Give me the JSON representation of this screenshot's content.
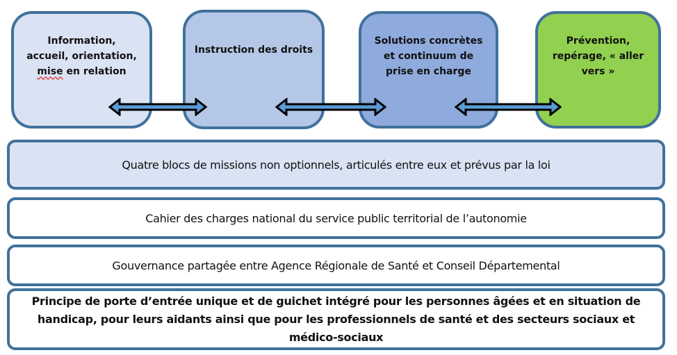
{
  "blocks": [
    {
      "label": "Information, accueil, orientation, mise en relation",
      "fill": "#dae3f3"
    },
    {
      "label": "Instruction des droits",
      "fill": "#b4c7e7"
    },
    {
      "label": "Solutions concrètes et continuum de prise en charge",
      "fill": "#8faadc"
    },
    {
      "label": "Prévention, repérage, « aller vers »",
      "fill": "#92d050"
    }
  ],
  "block1": {
    "line1": "Information,",
    "line2": "accueil, orientation,",
    "line3a": "mise",
    "line3b": " en relation"
  },
  "block3": {
    "line1": "Solutions concrètes",
    "line2": "et continuum de",
    "line3": "prise en charge"
  },
  "block4": {
    "line1": "Prévention,",
    "line2": "repérage, « aller",
    "line3": "vers »"
  },
  "arrows": [
    {
      "from": "Information, accueil, orientation, mise en relation",
      "to": "Instruction des droits",
      "type": "bidirectional"
    },
    {
      "from": "Instruction des droits",
      "to": "Solutions concrètes et continuum de prise en charge",
      "type": "bidirectional"
    },
    {
      "from": "Solutions concrètes et continuum de prise en charge",
      "to": "Prévention, repérage, « aller vers »",
      "type": "bidirectional"
    }
  ],
  "layers": [
    {
      "label": "Quatre blocs de missions non optionnels, articulés entre eux et prévus par la loi",
      "fill": "#dae3f3"
    },
    {
      "label": "Cahier des charges national du service public territorial de l’autonomie",
      "fill": "#ffffff"
    },
    {
      "label": "Gouvernance partagée entre Agence Régionale de Santé et Conseil Départemental",
      "fill": "#ffffff"
    },
    {
      "label": "Principe de porte d’entrée unique et de guichet intégré pour les personnes âgées et en situation de handicap, pour leurs aidants ainsi que pour les professionnels de santé et des secteurs sociaux et médico-sociaux",
      "fill": "#ffffff"
    }
  ],
  "colors": {
    "border": "#41719c",
    "arrow_fill": "#5b9bd5",
    "arrow_stroke": "#000000"
  }
}
